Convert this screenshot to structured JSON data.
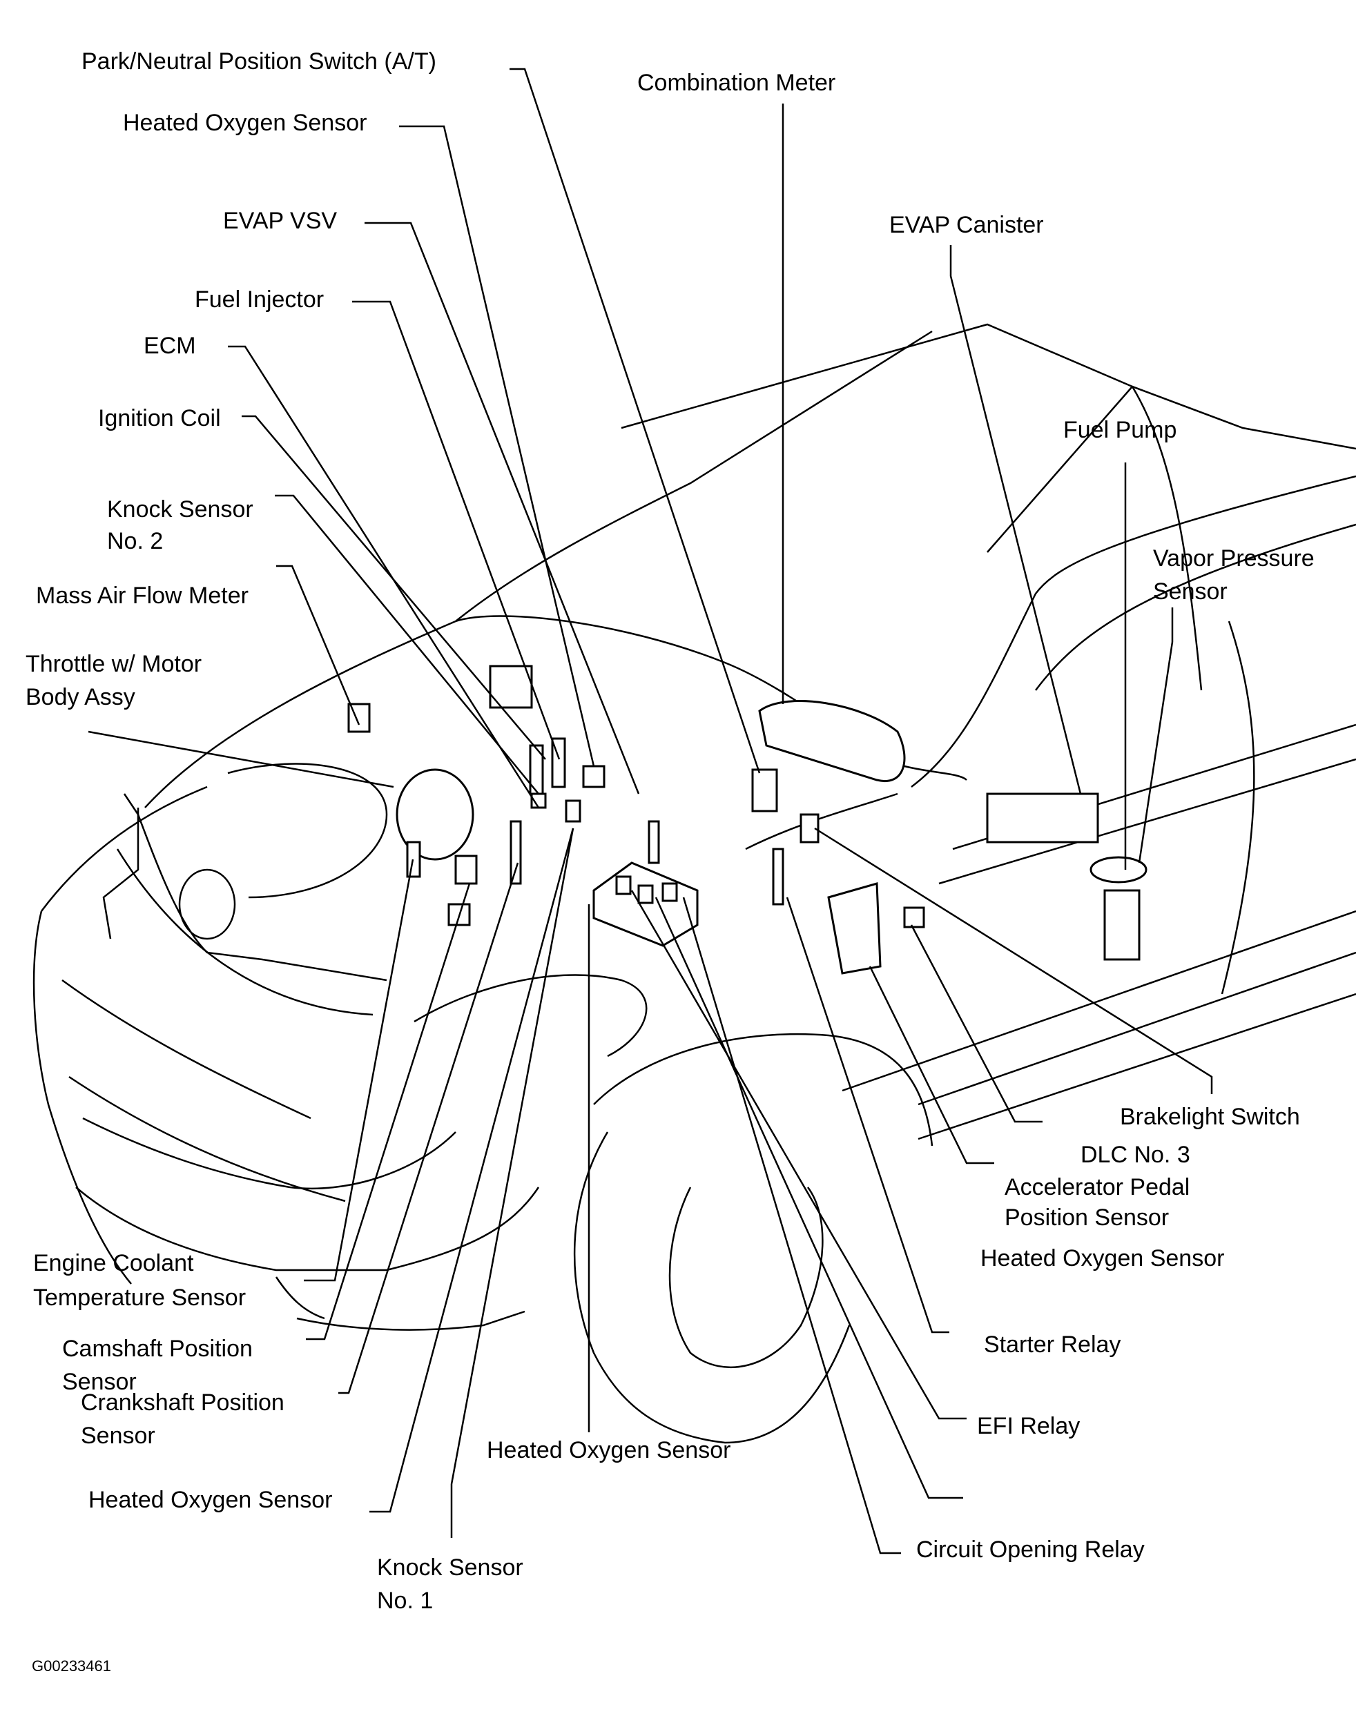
{
  "diagram": {
    "title": "Engine control component locations",
    "figure_id": "G00233461",
    "labels": [
      {
        "id": "park-neutral-position-switch",
        "text": "Park/Neutral Position Switch (A/T)"
      },
      {
        "id": "heated-oxygen-sensor-top",
        "text": "Heated Oxygen Sensor"
      },
      {
        "id": "combination-meter",
        "text": "Combination Meter"
      },
      {
        "id": "evap-vsv",
        "text": "EVAP  VSV"
      },
      {
        "id": "evap-canister",
        "text": "EVAP  Canister"
      },
      {
        "id": "fuel-injector",
        "text": "Fuel Injector"
      },
      {
        "id": "ecm",
        "text": "ECM"
      },
      {
        "id": "ignition-coil",
        "text": "Ignition Coil"
      },
      {
        "id": "fuel-pump",
        "text": "Fuel Pump"
      },
      {
        "id": "knock-sensor-2",
        "text": "Knock Sensor\nNo. 2"
      },
      {
        "id": "vapor-pressure-sensor",
        "text": "Vapor Pressure\nSensor"
      },
      {
        "id": "mass-air-flow-meter",
        "text": "Mass Air Flow Meter"
      },
      {
        "id": "throttle-body",
        "text": "Throttle w/ Motor\nBody Assy"
      },
      {
        "id": "brakelight-switch",
        "text": "Brakelight Switch"
      },
      {
        "id": "dlc-3",
        "text": "DLC No. 3"
      },
      {
        "id": "accelerator-pedal-position-sensor",
        "text": "Accelerator Pedal\nPosition Sensor"
      },
      {
        "id": "engine-coolant-temperature-sensor",
        "text": "Engine Coolant\nTemperature Sensor"
      },
      {
        "id": "heated-oxygen-sensor-right",
        "text": "Heated Oxygen Sensor"
      },
      {
        "id": "camshaft-position-sensor",
        "text": "Camshaft Position\nSensor"
      },
      {
        "id": "starter-relay",
        "text": "Starter Relay"
      },
      {
        "id": "crankshaft-position-sensor",
        "text": "Crankshaft Position\nSensor"
      },
      {
        "id": "heated-oxygen-sensor-center",
        "text": "Heated Oxygen Sensor"
      },
      {
        "id": "efi-relay",
        "text": "EFI Relay"
      },
      {
        "id": "heated-oxygen-sensor-left",
        "text": "Heated Oxygen Sensor"
      },
      {
        "id": "circuit-opening-relay",
        "text": "Circuit Opening Relay"
      },
      {
        "id": "knock-sensor-1",
        "text": "Knock Sensor\nNo. 1"
      }
    ]
  }
}
